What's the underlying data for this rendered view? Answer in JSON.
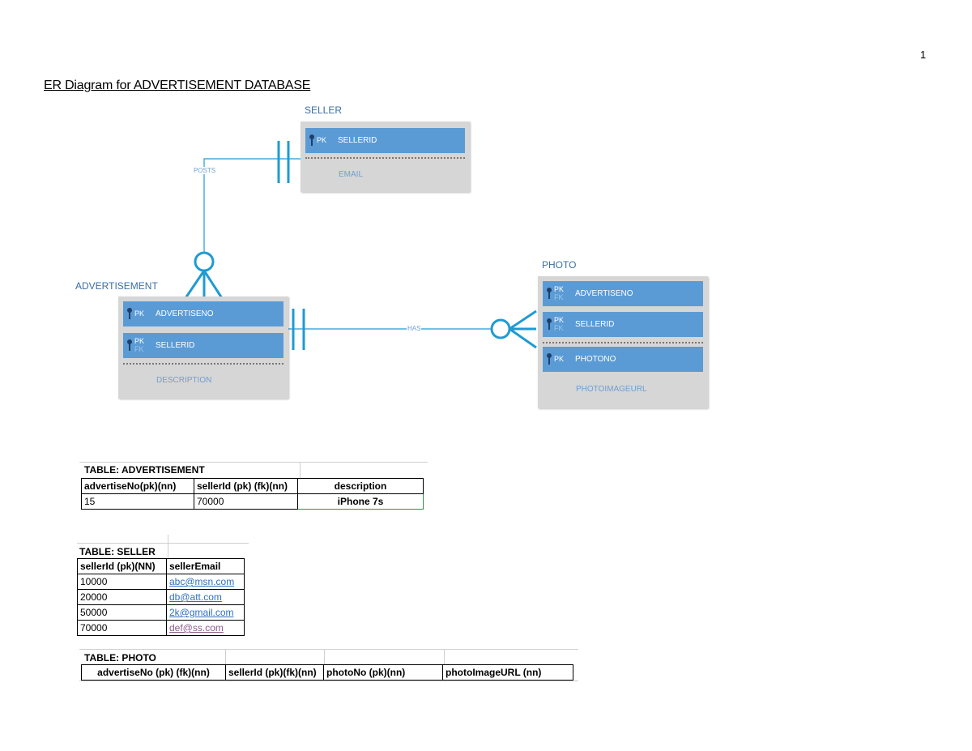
{
  "page": {
    "number": "1"
  },
  "title": "ER Diagram for ADVERTISEMENT DATABASE",
  "diagram": {
    "seller": {
      "name": "SELLER",
      "attributes": [
        {
          "keys": [
            "PK"
          ],
          "label": "SELLERID"
        }
      ],
      "plain_attributes": [
        "EMAIL"
      ]
    },
    "advertisement": {
      "name": "ADVERTISEMENT",
      "attributes": [
        {
          "keys": [
            "PK"
          ],
          "label": "ADVERTISENO"
        },
        {
          "keys": [
            "PK",
            "FK"
          ],
          "label": "SELLERID"
        }
      ],
      "plain_attributes": [
        "DESCRIPTION"
      ]
    },
    "photo": {
      "name": "PHOTO",
      "attributes": [
        {
          "keys": [
            "PK",
            "FK"
          ],
          "label": "ADVERTISENO"
        },
        {
          "keys": [
            "PK",
            "FK"
          ],
          "label": "SELLERID"
        },
        {
          "keys": [
            "PK"
          ],
          "label": "PHOTONO"
        }
      ],
      "plain_attributes": [
        "PHOTOIMAGEURL"
      ]
    },
    "relationships": [
      {
        "label": "POSTS",
        "from": "SELLER",
        "to": "ADVERTISEMENT"
      },
      {
        "label": "HAS",
        "from": "ADVERTISEMENT",
        "to": "PHOTO"
      }
    ],
    "line_color": "#1f9bd1",
    "attribute_fill": "#5b9bd5"
  },
  "tables": {
    "advertisement": {
      "title": "TABLE: ADVERTISEMENT",
      "headers": [
        "advertiseNo(pk)(nn)",
        "sellerId (pk) (fk)(nn)",
        "description"
      ],
      "rows": [
        [
          "15",
          "70000",
          "iPhone 7s"
        ]
      ]
    },
    "seller": {
      "title": "TABLE: SELLER",
      "headers": [
        "sellerId (pk)(NN)",
        "sellerEmail"
      ],
      "rows": [
        [
          "10000",
          "abc@msn.com"
        ],
        [
          "20000",
          "db@att.com"
        ],
        [
          "50000",
          "2k@gmail.com"
        ],
        [
          "70000",
          "def@ss.com"
        ]
      ]
    },
    "photo": {
      "title": "TABLE: PHOTO",
      "headers": [
        "advertiseNo (pk) (fk)(nn)",
        "sellerId (pk)(fk)(nn)",
        "photoNo (pk)(nn)",
        "photoImageURL (nn)"
      ]
    }
  }
}
